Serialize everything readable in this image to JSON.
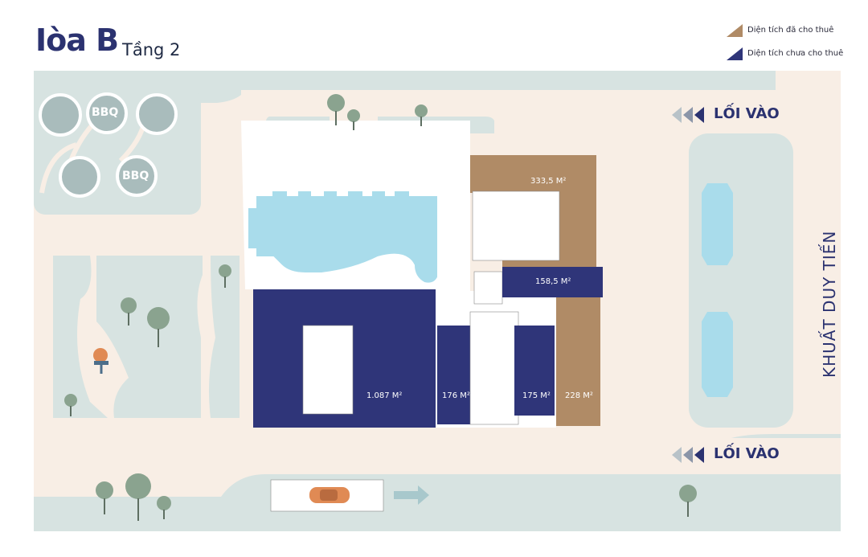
{
  "header": {
    "title": "Iòa B",
    "subtitle": "Tầng 2"
  },
  "legend": {
    "items": [
      {
        "label": "Diện tích đã cho thuê",
        "color": "#b08b66"
      },
      {
        "label": "Diện tích chưa cho thuê",
        "color": "#2f3579"
      }
    ]
  },
  "units": {
    "u1": "333,5 M²",
    "u2": "158,5 M²",
    "u3": "1.087 M²",
    "u4": "176 M²",
    "u5": "175 M²",
    "u6": "228 M²"
  },
  "entrances": {
    "top": "LỐI VÀO",
    "bottom": "LỐI VÀO"
  },
  "street": "KHUẤT DUY TIẾN",
  "bbq": {
    "a": "BBQ",
    "b": "BBQ"
  },
  "colors": {
    "leased": "#b08b66",
    "vacant": "#2f3579",
    "landscape": "#d7e3e1",
    "path": "#f8eee5",
    "pool": "#a9dceb"
  }
}
